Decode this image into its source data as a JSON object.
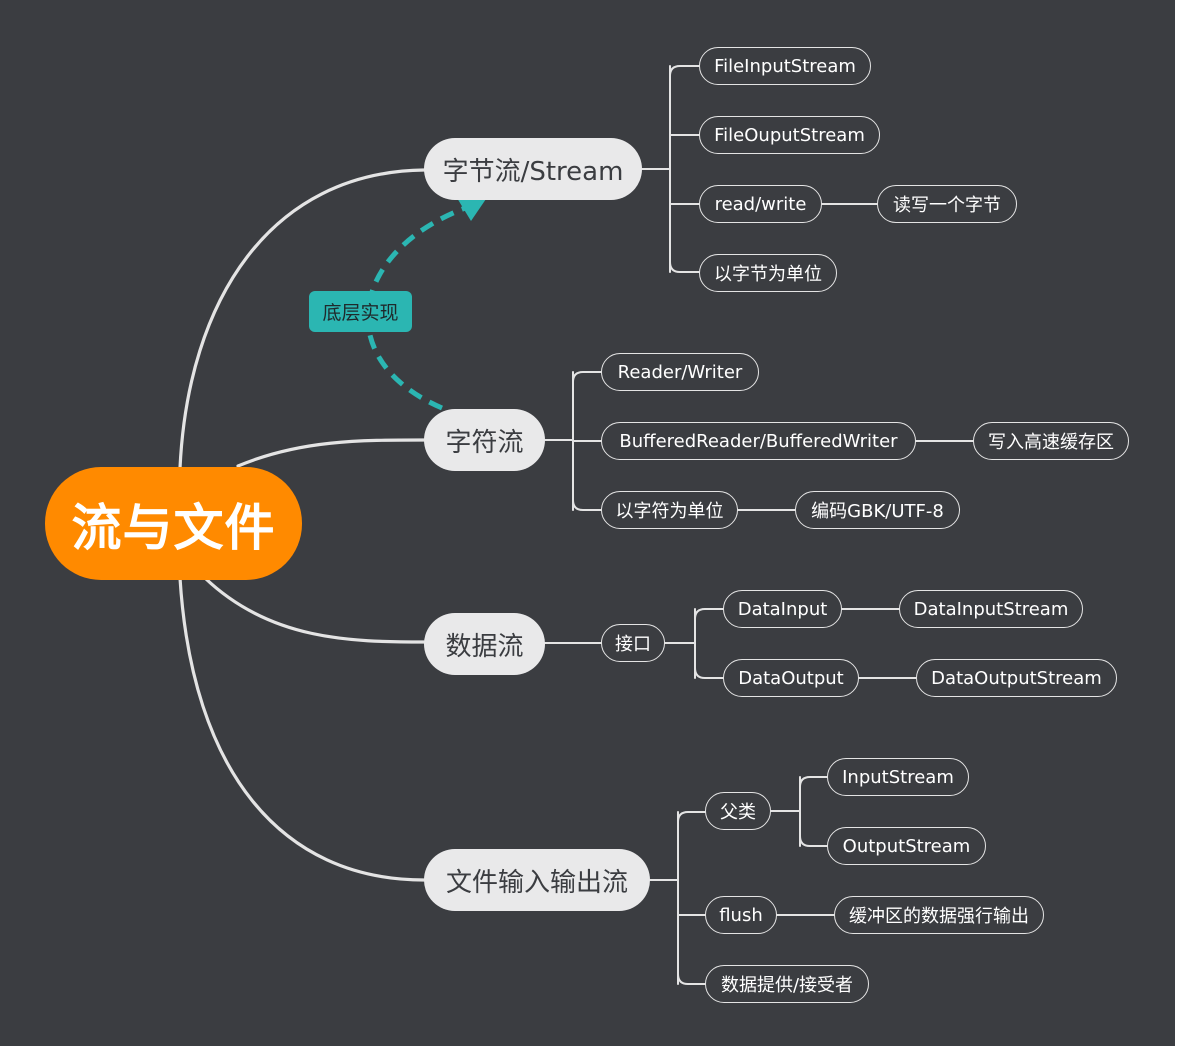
{
  "root": "流与文件",
  "relation_label": "底层实现",
  "branches": [
    {
      "label": "字节流/Stream",
      "children": [
        {
          "label": "FileInputStream"
        },
        {
          "label": "FileOuputStream"
        },
        {
          "label": "read/write",
          "children": [
            {
              "label": "读写一个字节"
            }
          ]
        },
        {
          "label": "以字节为单位"
        }
      ]
    },
    {
      "label": "字符流",
      "children": [
        {
          "label": "Reader/Writer"
        },
        {
          "label": "BufferedReader/BufferedWriter",
          "children": [
            {
              "label": "写入高速缓存区"
            }
          ]
        },
        {
          "label": "以字符为单位",
          "children": [
            {
              "label": "编码GBK/UTF-8"
            }
          ]
        }
      ]
    },
    {
      "label": "数据流",
      "children": [
        {
          "label": "接口",
          "children": [
            {
              "label": "DataInput",
              "children": [
                {
                  "label": "DataInputStream"
                }
              ]
            },
            {
              "label": "DataOutput",
              "children": [
                {
                  "label": "DataOutputStream"
                }
              ]
            }
          ]
        }
      ]
    },
    {
      "label": "文件输入输出流",
      "children": [
        {
          "label": "父类",
          "children": [
            {
              "label": "InputStream"
            },
            {
              "label": "OutputStream"
            }
          ]
        },
        {
          "label": "flush",
          "children": [
            {
              "label": "缓冲区的数据强行输出"
            }
          ]
        },
        {
          "label": "数据提供/接受者"
        }
      ]
    }
  ],
  "colors": {
    "background": "#3b3d41",
    "root": "#ff8a00",
    "main_node": "#e9e9ea",
    "connector": "#e4e4e4",
    "relation": "#2bb6b2"
  }
}
